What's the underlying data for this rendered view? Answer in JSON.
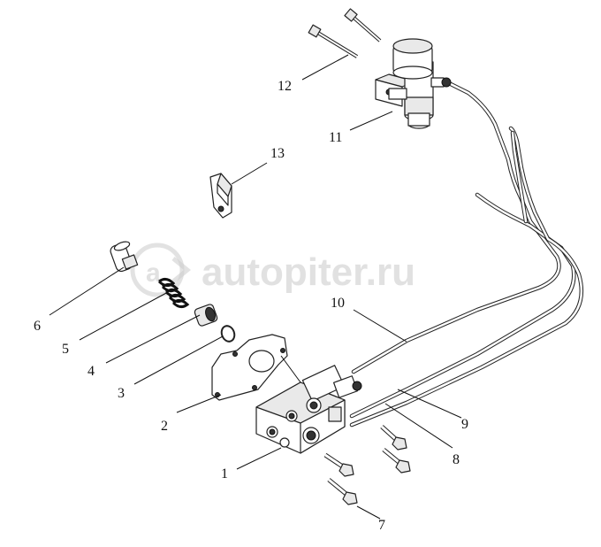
{
  "watermark": {
    "text": "autopiter.ru"
  },
  "callouts": [
    {
      "id": "1",
      "label": "1"
    },
    {
      "id": "2",
      "label": "2"
    },
    {
      "id": "3",
      "label": "3"
    },
    {
      "id": "4",
      "label": "4"
    },
    {
      "id": "5",
      "label": "5"
    },
    {
      "id": "6",
      "label": "6"
    },
    {
      "id": "7",
      "label": "7"
    },
    {
      "id": "8",
      "label": "8"
    },
    {
      "id": "9",
      "label": "9"
    },
    {
      "id": "10",
      "label": "10"
    },
    {
      "id": "11",
      "label": "11"
    },
    {
      "id": "12",
      "label": "12"
    },
    {
      "id": "13",
      "label": "13"
    }
  ]
}
